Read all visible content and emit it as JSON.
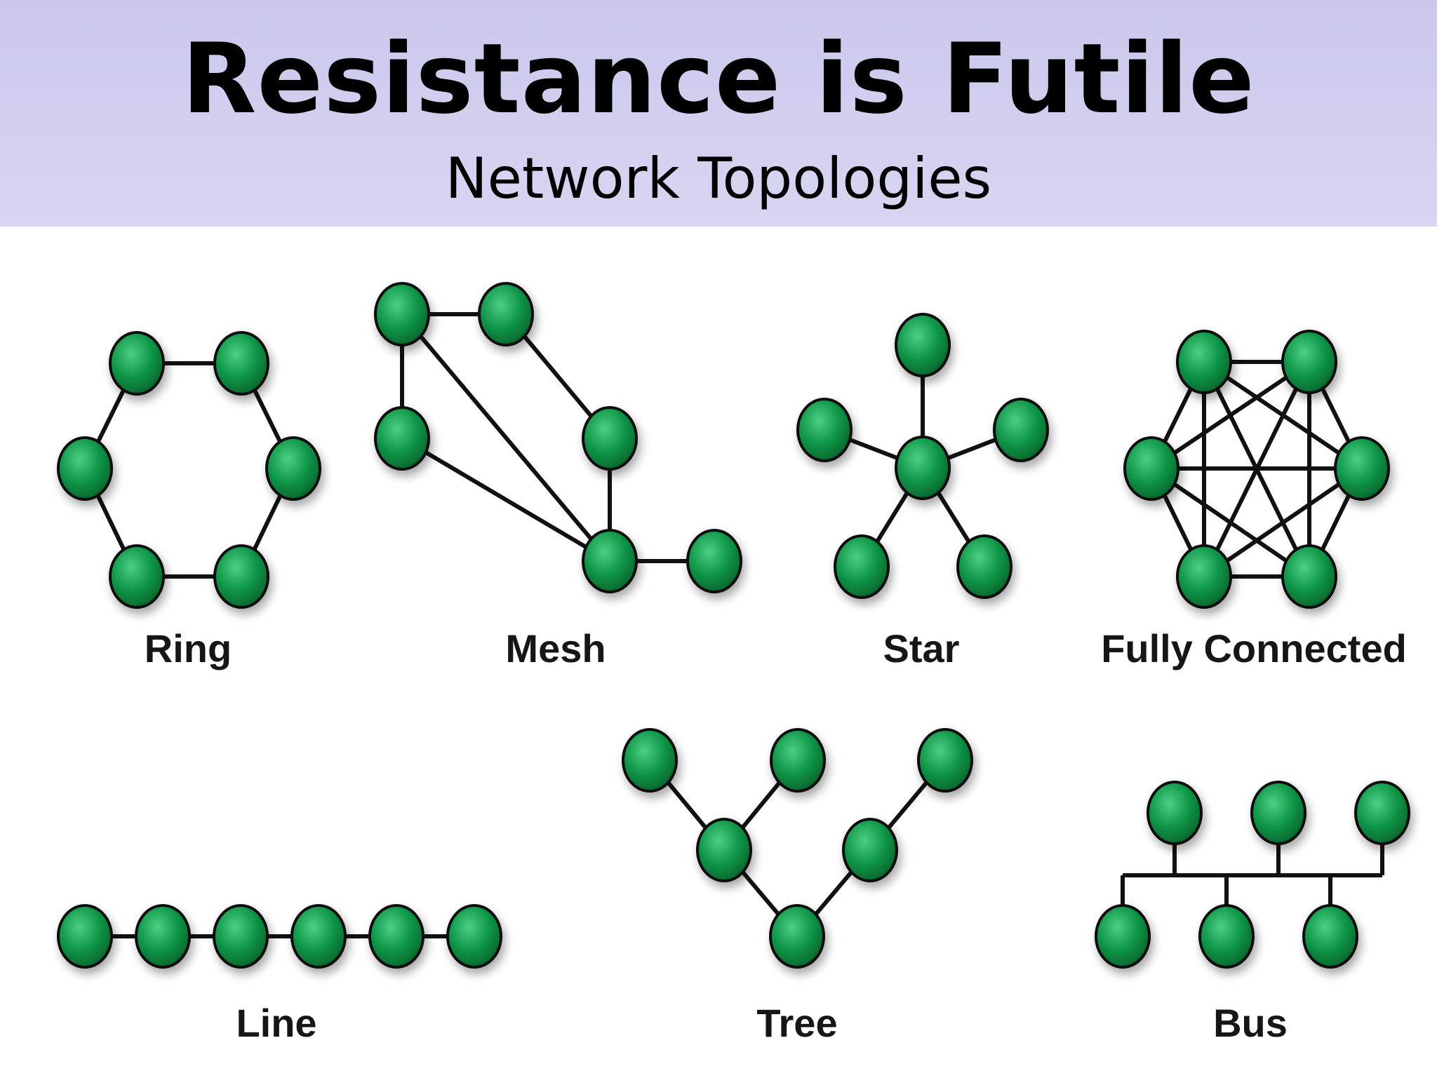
{
  "header": {
    "title": "Resistance is Futile",
    "subtitle": "Network Topologies",
    "background_color": "#cfcef0"
  },
  "colors": {
    "node_fill": "#0c8f45",
    "node_highlight": "#4ccf84",
    "edge": "#111111"
  },
  "topologies": [
    {
      "id": "ring",
      "label": "Ring"
    },
    {
      "id": "mesh",
      "label": "Mesh"
    },
    {
      "id": "star",
      "label": "Star"
    },
    {
      "id": "fully-connected",
      "label": "Fully Connected"
    },
    {
      "id": "line",
      "label": "Line"
    },
    {
      "id": "tree",
      "label": "Tree"
    },
    {
      "id": "bus",
      "label": "Bus"
    }
  ]
}
